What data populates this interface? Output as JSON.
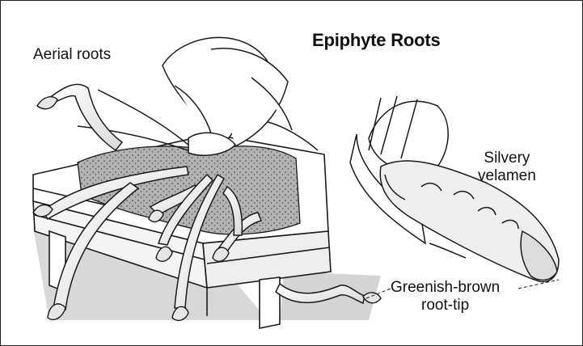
{
  "title": "Epiphyte Roots",
  "labels": {
    "aerial_roots": "Aerial roots",
    "velamen": [
      "Silvery",
      "velamen"
    ],
    "root_tip": [
      "Greenish-brown",
      "root-tip"
    ]
  },
  "colors": {
    "line": "#1a1a1a",
    "shadow": "#cfcfcf",
    "moss": "#a9a9a9",
    "root_fill": "#f2f2f2"
  }
}
